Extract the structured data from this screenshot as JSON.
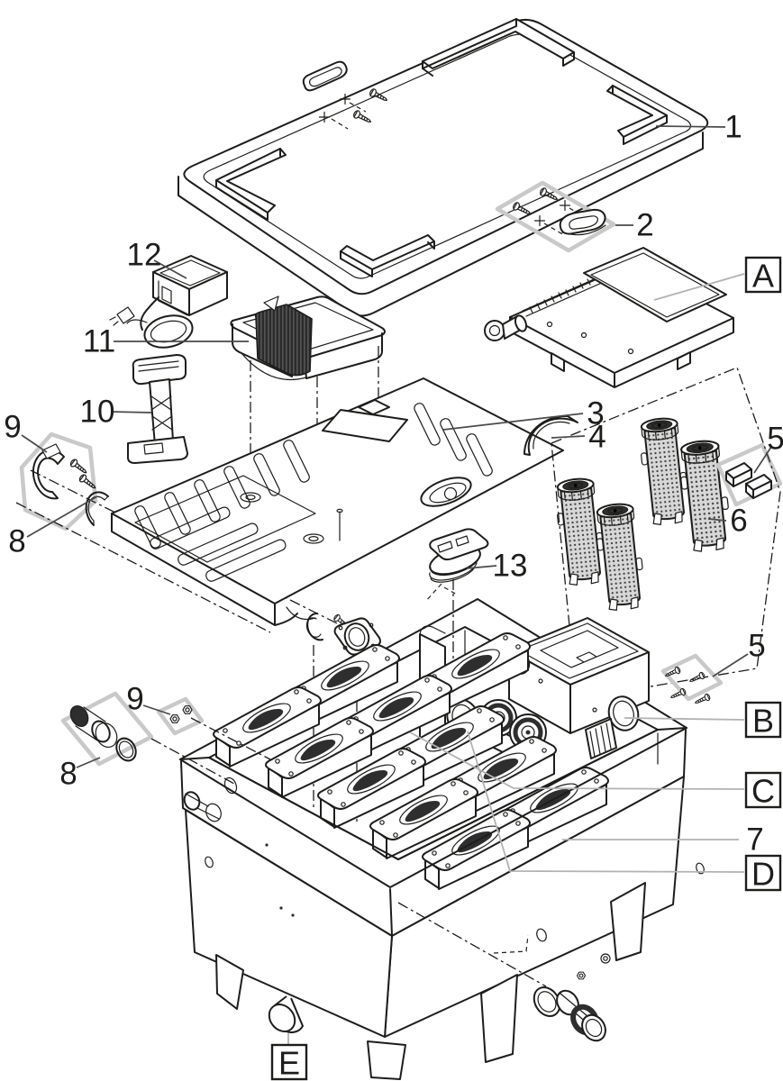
{
  "diagram": {
    "type": "exploded-parts-diagram",
    "background": "#ffffff",
    "colors": {
      "line": "#1d1d1b",
      "leader_number": "#4a4a4a",
      "leader_letter": "#b2b2b2",
      "highlight": "#c9c9c9",
      "dark": "#2e2e2e"
    },
    "part_numbers": {
      "n1": "1",
      "n2": "2",
      "n3": "3",
      "n4": "4",
      "n5_top": "5",
      "n5_bottom": "5",
      "n6": "6",
      "n7": "7",
      "n8_top": "8",
      "n8_bottom": "8",
      "n9_top": "9",
      "n9_bottom": "9",
      "n10": "10",
      "n11": "11",
      "n12": "12",
      "n13": "13"
    },
    "callouts": {
      "a": "A",
      "b": "B",
      "c": "C",
      "d": "D",
      "e": "E"
    }
  }
}
